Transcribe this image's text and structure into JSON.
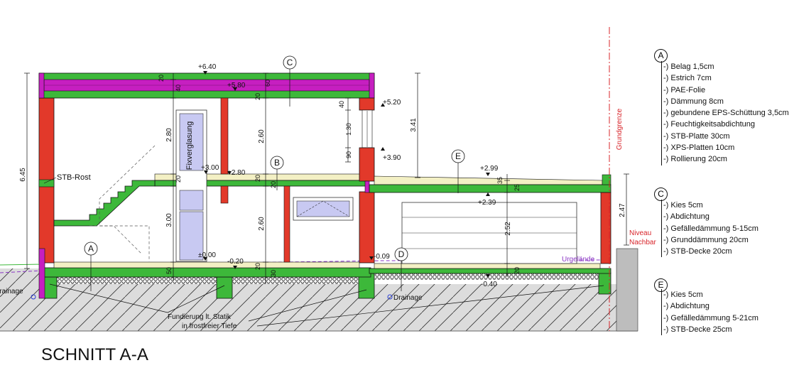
{
  "title": "SCHNITT A-A",
  "markers": {
    "a": "A",
    "b": "B",
    "c": "C",
    "d": "D",
    "e": "E"
  },
  "levels": {
    "roof_top": "+6.40",
    "roof_slab": "+5.80",
    "upper_window_top": "+5.20",
    "upper_window_bottom": "+3.90",
    "upper_floor": "+3.00",
    "upper_slab_top": "+2.80",
    "garage_roof_top": "+2.99",
    "garage_roof_bottom": "+2.39",
    "ground_floor": "±0.00",
    "ground_slab": "-0.20",
    "garage_floor": "-0.09",
    "garage_base": "-0.40"
  },
  "dimensions": {
    "overall_height": "6.45",
    "upper_storey_left": "2.80",
    "ground_storey_left": "3.00",
    "upper_storey_mid": "2.60",
    "ground_storey_mid": "2.60",
    "roof_build_up": "20",
    "roof_insulation": "40",
    "roof_slab_mid": "60",
    "roof_slab_mid2": "20",
    "upper_slab_mid": "20",
    "upper_slab_mid2": "20",
    "upper_slab_left": "20",
    "ground_build_up": "20",
    "ground_slab_mid": "30",
    "ground_slab_left": "50",
    "window_lintel": "40",
    "window_height": "1.30",
    "window_sill": "90",
    "right_height": "3.41",
    "garage_roof_build_up": "35",
    "garage_roof_slab": "25",
    "garage_clear_height": "2.52",
    "garage_slab": "20",
    "boundary_wall_height": "2.47"
  },
  "labels": {
    "stb_rost": "STB-Rost",
    "fixverglasung": "Fixverglasung",
    "grundgrenze": "Grundgrenze",
    "niveau_line1": "Niveau",
    "niveau_line2": "Nachbar",
    "urgelaende": "Urgelände",
    "drainage_left": "Drainage",
    "drainage_right": "Drainage",
    "fundierung_line1": "Fundierung lt. Statik",
    "fundierung_line2": "in frostfreier Tiefe"
  },
  "legend_a": {
    "marker": "A",
    "items": [
      "-) Belag 1,5cm",
      "-) Estrich 7cm",
      "-) PAE-Folie",
      "-) Dämmung 8cm",
      "-) gebundene EPS-Schüttung 3,5cm",
      "-) Feuchtigkeitsabdichtung",
      "-) STB-Platte 30cm",
      "-) XPS-Platten 10cm",
      "-) Rollierung 20cm"
    ]
  },
  "legend_c": {
    "marker": "C",
    "items": [
      "-) Kies 5cm",
      "-) Abdichtung",
      "-) Gefälledämmung 5-15cm",
      "-) Grunddämmung 20cm",
      "-) STB-Decke 20cm"
    ]
  },
  "legend_e": {
    "marker": "E",
    "items": [
      "-) Kies 5cm",
      "-) Abdichtung",
      "-) Gefälledämmung 5-21cm",
      "-) STB-Decke 25cm"
    ]
  },
  "colors": {
    "concrete": "#3db83a",
    "masonry": "#e2392a",
    "insulation": "#c61fc0",
    "screed": "#f3f0c4",
    "glass": "#c8c9f2",
    "boundary": "#d8242a",
    "terrain": "#8a36c4"
  }
}
